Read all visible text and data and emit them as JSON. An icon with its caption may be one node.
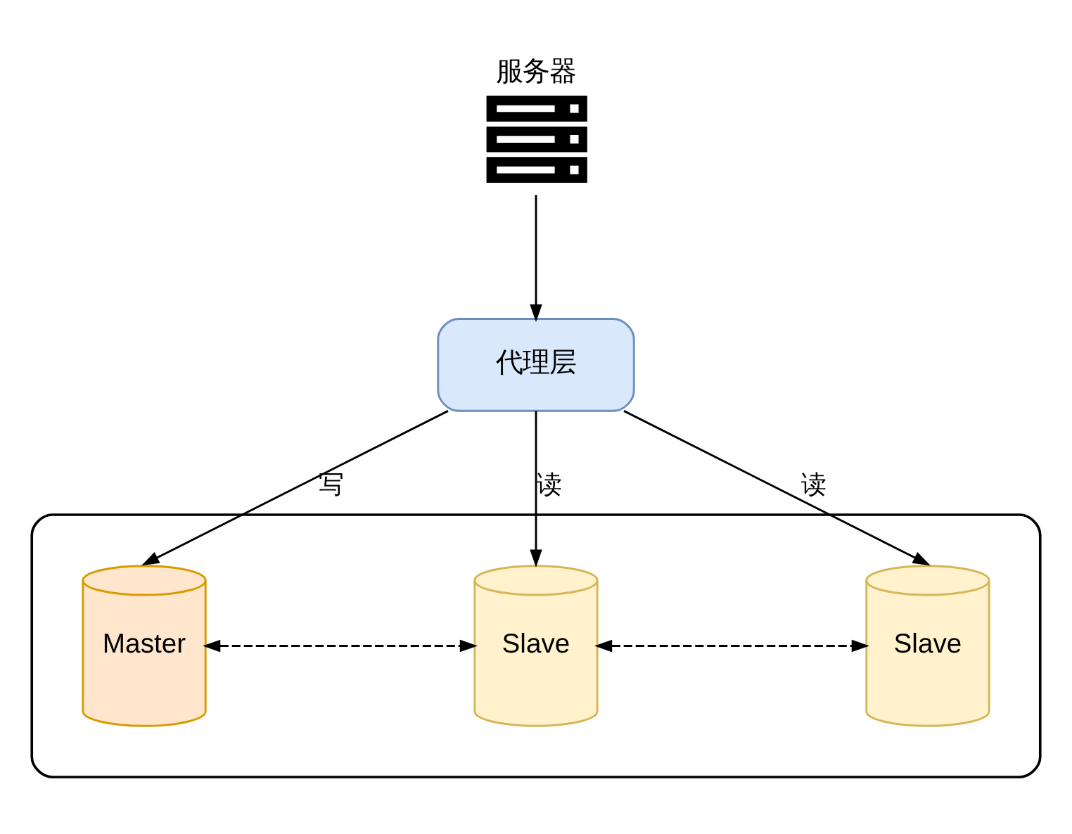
{
  "diagram": {
    "nodes": [
      {
        "text": [
          "服务器"
        ]
      },
      {
        "text": [
          "代理层"
        ]
      },
      {
        "text": [],
        "shape": "box"
      },
      {
        "text": [
          "Master"
        ],
        "in": 2
      },
      {
        "text": [
          "Slave"
        ],
        "in": 2
      },
      {
        "text": [
          "Slave"
        ],
        "in": 2
      }
    ],
    "edges": [
      {
        "from": 0,
        "to": 1,
        "arrow": "to"
      },
      {
        "from": 1,
        "to": 3,
        "arrow": "to",
        "label": "写"
      },
      {
        "from": 1,
        "to": 4,
        "arrow": "to",
        "label": "读"
      },
      {
        "from": 1,
        "to": 5,
        "arrow": "to",
        "label": "读"
      },
      {
        "from": 3,
        "to": 4,
        "arrow": "both",
        "style": "dashed"
      },
      {
        "from": 4,
        "to": 5,
        "arrow": "both",
        "style": "dashed"
      }
    ]
  }
}
